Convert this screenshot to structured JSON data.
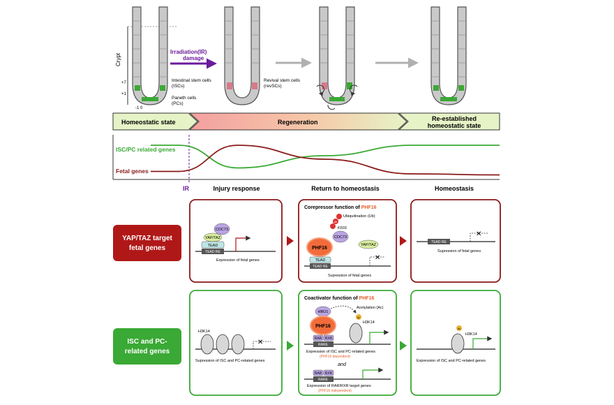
{
  "crypt_panel": {
    "axis_label": "Crypt",
    "tick_plus7": "+7",
    "tick_plus1": "+1",
    "tick_bottom": "-1 0",
    "label_isc_1": "Intestinal stem cells",
    "label_isc_2": "(ISCs)",
    "label_pc_1": "Paneth cells",
    "label_pc_2": "(PCs)",
    "ir_line1": "Irradiation(IR)",
    "ir_line2": "damage",
    "label_rev_1": "Revival stem cells",
    "label_rev_2": "(revSCs)"
  },
  "phases": {
    "homeostatic": "Homeostatic state",
    "regeneration": "Regeneration",
    "reestablished_1": "Re-established",
    "reestablished_2": "homeostatic state"
  },
  "gene_chart": {
    "isc_pc_label": "ISC/PC related genes",
    "fetal_label": "Fetal genes",
    "ir_label": "IR",
    "stage_injury": "Injury response",
    "stage_return": "Return to homeostasis",
    "stage_homeostasis": "Homeostasis"
  },
  "yap_row": {
    "title_1": "YAP/TAZ target",
    "title_2": "fetal genes",
    "box1": {
      "cdc73": "CDC73",
      "yaptaz": "YAP/TAZ",
      "tead": "TEAD",
      "teadre": "TEAD RE",
      "caption": "Expression of fetal genes"
    },
    "box2": {
      "title_prefix": "Corepressor function of ",
      "title_gene": "PHF16",
      "ub_label": "Ubiquitination (Ub)",
      "ub": "Ub",
      "k503": "K503",
      "cdc73": "CDC73",
      "yaptaz": "YAP/TAZ",
      "phf16": "PHF16",
      "tead": "TEAD",
      "teadre": "TEAD RE",
      "caption": "Supression of fetal genes"
    },
    "box3": {
      "teadre": "TEAD RE",
      "caption": "Supression of fetal genes"
    }
  },
  "isc_row": {
    "title_1": "ISC and PC-",
    "title_2": "related genes",
    "box1": {
      "h3k14": "H3K14",
      "caption": "Supression of ISC and PC-related genes"
    },
    "box2": {
      "title_prefix": "Coactivator function of ",
      "title_gene": "PHF16",
      "hbo1": "HBO1",
      "acetylation": "Acetylation (Ac)",
      "ac": "Ac",
      "h3k14": "H3K14",
      "phf16": "PHF16",
      "rar": "RAR",
      "rxr": "RXR",
      "rare": "RARE",
      "caption1": "Expression of ISC and PC-related genes",
      "caption1_sub": "(PHF16 dependent)",
      "and": "and",
      "caption2": "Expression of RAR/RXR target genes",
      "caption2_sub": "(PHF16 independent)"
    },
    "box3": {
      "ac": "Ac",
      "h3k14": "H3K14",
      "caption": "Expression of ISC and PC-related genes"
    }
  },
  "colors": {
    "green": "#3aa935",
    "dark_red": "#8b1a1a",
    "purple": "#6a1b9a",
    "orange": "#e8602c",
    "panel_green_fill": "#dff5c4"
  },
  "chart_data": {
    "type": "line",
    "title": "",
    "xlabel": "",
    "ylabel": "",
    "categories": [
      "Injury response",
      "Return to homeostasis",
      "Homeostasis"
    ],
    "series": [
      {
        "name": "ISC/PC related genes",
        "x": [
          0,
          0.08,
          0.25,
          0.5,
          0.75,
          1.0
        ],
        "values": [
          0.9,
          0.9,
          0.25,
          0.6,
          0.9,
          0.9
        ]
      },
      {
        "name": "Fetal genes",
        "x": [
          0,
          0.08,
          0.25,
          0.5,
          0.75,
          1.0
        ],
        "values": [
          0.15,
          0.15,
          0.9,
          0.5,
          0.08,
          0.05
        ]
      }
    ]
  }
}
